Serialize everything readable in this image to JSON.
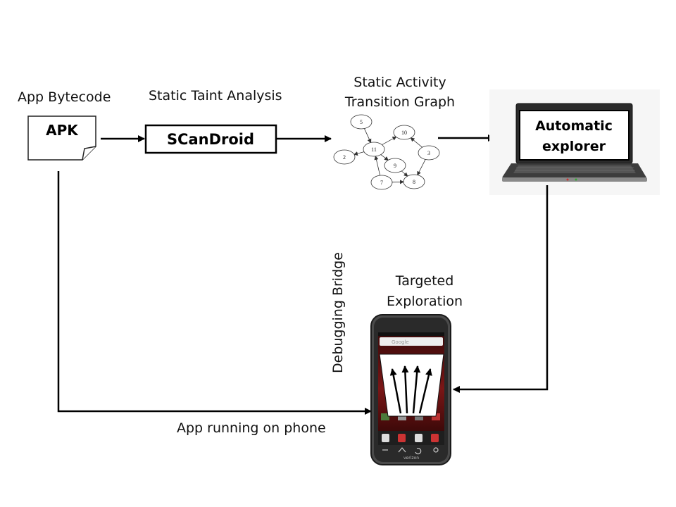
{
  "labels": {
    "app_bytecode": "App Bytecode",
    "apk": "APK",
    "static_taint": "Static Taint Analysis",
    "scandroid": "SCanDroid",
    "graph_title_line1": "Static Activity",
    "graph_title_line2": "Transition Graph",
    "automatic_line1": "Automatic",
    "automatic_line2": "explorer",
    "targeted_line1": "Targeted",
    "targeted_line2": "Exploration",
    "debugging_bridge": "Debugging Bridge",
    "app_running": "App running on phone"
  },
  "graph": {
    "nodes": [
      "5",
      "10",
      "11",
      "2",
      "9",
      "3",
      "7",
      "8"
    ],
    "edges": [
      [
        "5",
        "11"
      ],
      [
        "11",
        "10"
      ],
      [
        "11",
        "2"
      ],
      [
        "11",
        "9"
      ],
      [
        "3",
        "10"
      ],
      [
        "3",
        "8"
      ],
      [
        "7",
        "11"
      ],
      [
        "7",
        "8"
      ],
      [
        "9",
        "8"
      ]
    ]
  },
  "phone": {
    "search_placeholder": "Google",
    "brand_text": "verizon"
  }
}
